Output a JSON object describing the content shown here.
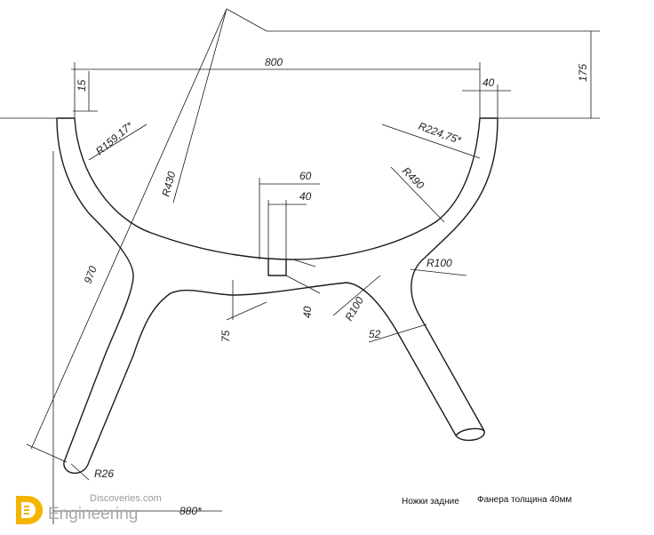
{
  "dimensions": {
    "overall_width": "800",
    "side_offset": "15",
    "slot_width_outer": "60",
    "slot_width_inner": "40",
    "bottom_width": "880*",
    "rise_height": "175",
    "right_top_width": "40",
    "radius_left_top": "R159,17*",
    "radius_right_top": "R224,75*",
    "radius_inner_left": "R430",
    "radius_inner_right": "R490",
    "radius_leg_top": "R100",
    "radius_leg_inner": "R100",
    "leg_width": "52",
    "slot_depth": "40",
    "bridge_height": "75",
    "leg_length": "970",
    "foot_radius": "R26"
  },
  "captions": {
    "part_name": "Ножки задние",
    "material": "Фанера толщина 40мм"
  },
  "watermark": {
    "brand_small": "Discoveries.com",
    "brand_big": "Engineering",
    "accent_color": "#f4b400"
  }
}
